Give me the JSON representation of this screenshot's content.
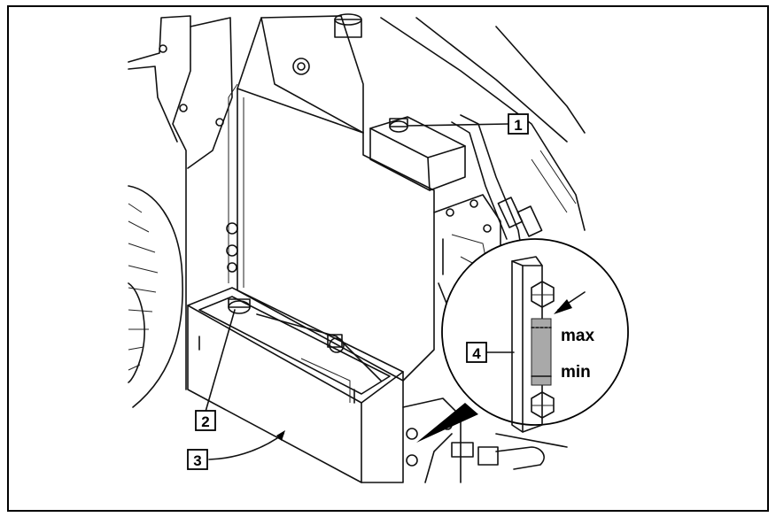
{
  "callouts": {
    "c1": "1",
    "c2": "2",
    "c3": "3",
    "c4": "4"
  },
  "gauge": {
    "max_label": "max",
    "min_label": "min"
  },
  "colors": {
    "ink": "#111111",
    "panel_shade": "#f4f4f4",
    "gauge_fill": "#a9a9a9"
  }
}
